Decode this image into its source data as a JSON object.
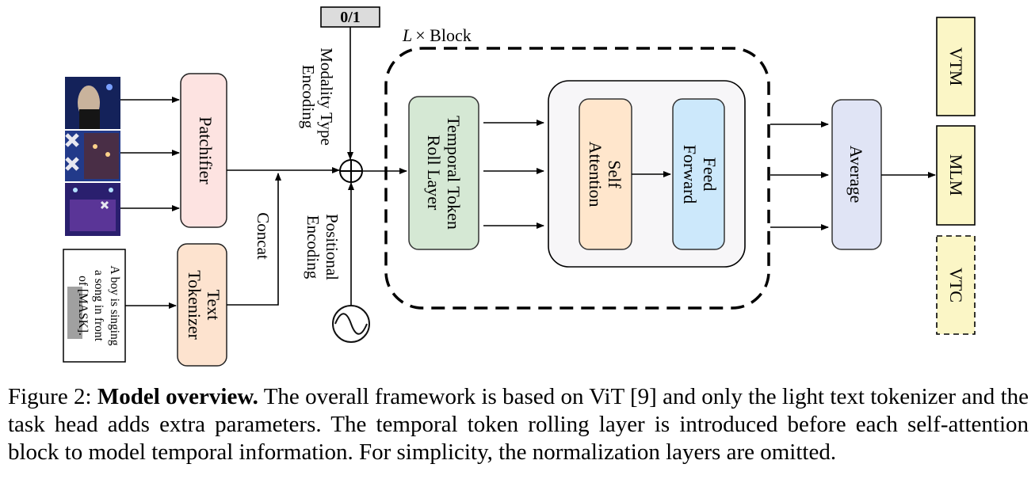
{
  "diagram": {
    "modality_flag": "0/1",
    "modality_label": [
      "Modality Type",
      "Encoding"
    ],
    "positional_label": [
      "Positional",
      "Encoding"
    ],
    "concat_label": "Concat",
    "block_label_var": "L",
    "block_label_text": "× Block",
    "patchifier": "Patchifier",
    "text_tokenizer": [
      "Text",
      "Tokenizer"
    ],
    "text_input": [
      "A boy is singing",
      "a song in front",
      "of [MASK]."
    ],
    "temporal_layer": [
      "Temporal Token",
      "Roll Layer"
    ],
    "self_attention": [
      "Self",
      "Attention"
    ],
    "feed_forward": [
      "Feed",
      "Forward"
    ],
    "average": "Average",
    "heads": [
      "VTM",
      "MLM",
      "VTC"
    ],
    "colors": {
      "patchifier": "#fde3e1",
      "tokenizer": "#fde3cf",
      "temporal": "#d5e8d4",
      "attention": "#ffe6cc",
      "feed_forward": "#cce8fb",
      "average": "#e0e4f5",
      "head": "#fbf6c6",
      "inner_block": "#f7f6f8"
    }
  },
  "caption": {
    "prefix": "Figure 2: ",
    "bold": "Model overview.",
    "body": " The overall framework is based on ViT [9] and only the light text tokenizer and the task head adds extra parameters. The temporal token rolling layer is introduced before each self-attention block to model temporal information. For simplicity, the normalization layers are omitted."
  }
}
